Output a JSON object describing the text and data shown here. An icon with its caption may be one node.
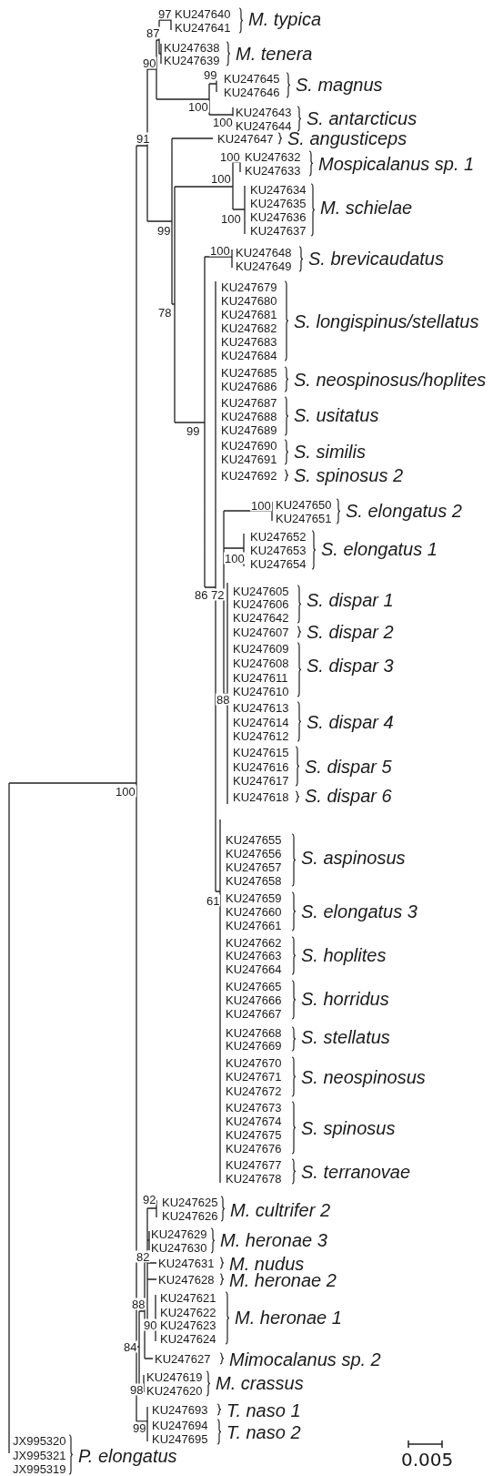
{
  "diagram": {
    "labels": [
      "97",
      "KU247640",
      "KU247641",
      "M. typica",
      "87",
      "KU247638",
      "KU247639",
      "M. tenera",
      "90",
      "99",
      "KU247645",
      "KU247646",
      "S. magnus",
      "100",
      "KU247643",
      "100",
      "KU247644",
      "S. antarcticus",
      "91",
      "KU247647",
      "S. angusticeps",
      "100",
      "KU247632",
      "KU247633",
      "Mospicalanus sp. 1",
      "100",
      "KU247634",
      "KU247635",
      "100",
      "KU247636",
      "KU247637",
      "M. schielae",
      "99",
      "100",
      "KU247648",
      "KU247649",
      "S. brevicaudatus",
      "78",
      "KU247679",
      "KU247680",
      "KU247681",
      "KU247682",
      "KU247683",
      "KU247684",
      "S. longispinus/stellatus",
      "KU247685",
      "KU247686",
      "S. neospinosus/hoplites",
      "KU247687",
      "KU247688",
      "99",
      "KU247689",
      "S. usitatus",
      "KU247690",
      "KU247691",
      "S. similis",
      "KU247692",
      "S. spinosus 2",
      "100",
      "KU247650",
      "KU247651",
      "S. elongatus 2",
      "KU247652",
      "KU247653",
      "100",
      "KU247654",
      "S. elongatus 1",
      "86",
      "72",
      "KU247605",
      "KU247606",
      "KU247642",
      "S. dispar 1",
      "KU247607",
      "S. dispar 2",
      "KU247609",
      "KU247608",
      "KU247611",
      "KU247610",
      "S. dispar 3",
      "88",
      "KU247613",
      "KU247614",
      "KU247612",
      "S. dispar 4",
      "KU247615",
      "KU247616",
      "KU247617",
      "S. dispar 5",
      "100",
      "KU247618",
      "S. dispar 6",
      "KU247655",
      "KU247656",
      "KU247657",
      "KU247658",
      "S. aspinosus",
      "61",
      "KU247659",
      "KU247660",
      "KU247661",
      "S. elongatus 3",
      "KU247662",
      "KU247663",
      "KU247664",
      "S. hoplites",
      "KU247665",
      "KU247666",
      "KU247667",
      "S. horridus",
      "KU247668",
      "KU247669",
      "S. stellatus",
      "KU247670",
      "KU247671",
      "KU247672",
      "S. neospinosus",
      "KU247673",
      "KU247674",
      "KU247675",
      "KU247676",
      "S. spinosus",
      "KU247677",
      "KU247678",
      "S. terranovae",
      "92",
      "KU247625",
      "KU247626",
      "M. cultrifer 2",
      "KU247629",
      "KU247630",
      "M. heronae 3",
      "82",
      "KU247631",
      "M. nudus",
      "KU247628",
      "M. heronae 2",
      "88",
      "KU247621",
      "KU247622",
      "90",
      "KU247623",
      "KU247624",
      "M. heronae 1",
      "84",
      "KU247627",
      "Mimocalanus sp. 2",
      "KU247619",
      "98",
      "KU247620",
      "M. crassus",
      "KU247693",
      "T. naso 1",
      "99",
      "KU247694",
      "KU247695",
      "T. naso 2",
      "JX995320",
      "JX995321",
      "JX995319",
      "P. elongatus",
      "0.005"
    ]
  }
}
